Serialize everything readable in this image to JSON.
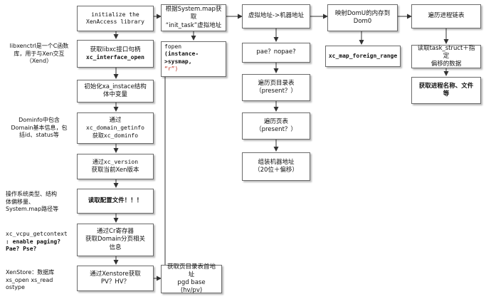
{
  "col1": {
    "b1": "initialize the\nXenAccess library",
    "b2_line1": "获取libxc接口句柄",
    "b2_line2": "xc_interface_open",
    "b3": "初始化xa_instace结构\n体中变量",
    "b4_line1": "通过",
    "b4_line2": "xc_domain_getinfo",
    "b4_line3": "获取xc_dominfo",
    "b5_line1": "通过xc_version",
    "b5_line2": "获取当前Xen版本",
    "b6": "读取配置文件！！！",
    "b7": "通过Cr寄存器\n获取Domain分页相关\n信息",
    "b8": "通过Xenstore获取\nPV？HV？"
  },
  "col2": {
    "b1": "根据System.map获取\n“init_task”虚拟地址",
    "b2_line1": "fopen",
    "b2_line2": "(instance->sysmap,",
    "b2_line3": "“r”)",
    "b3": "获取页目录表首地址\npgd base\n(hv/pv)"
  },
  "col3": {
    "b1": "虚拟地址->机器地址",
    "b2": "pae？nopae?",
    "b3": "遍历页目录表\n（present？）",
    "b4": "遍历页表\n（present？）",
    "b5": "组装机器地址\n（20位＋偏移）"
  },
  "col4": {
    "b1": "映射DomU的内存到\nDom0",
    "b2": "xc_map_foreign_range"
  },
  "col5": {
    "b1": "遍历进程链表",
    "b2": "读取task_struct＋指定\n偏移的数据",
    "b3": "获取进程名称、文件\n等"
  },
  "notes": {
    "n1": "libxenctrl是一个C函数\n库，用于与Xen交互\n（Xend）",
    "n2": "Dominfo中包含\nDomain基本信息，包\n括id、status等",
    "n3": "操作系统类型、结构\n体偏移量、\nSystem.map路径等",
    "n4_line1": "xc_vcpu_getcontext",
    "n4_line2": ": enable paging?",
    "n4_line3": "Pae? Pse?",
    "n5": "XenStore：数据库\nxs_open  xs_read\nostype"
  }
}
